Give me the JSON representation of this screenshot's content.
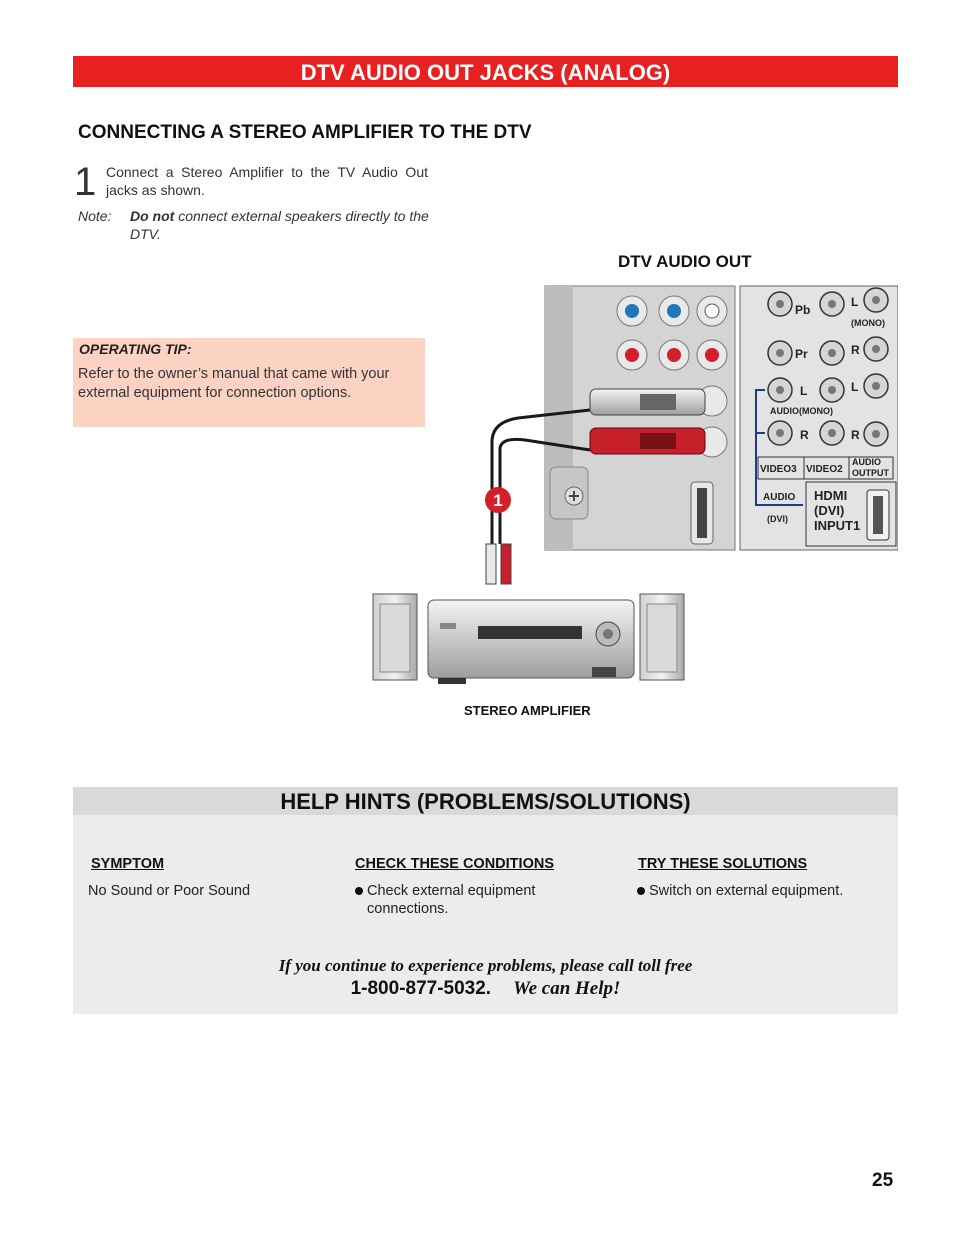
{
  "header": {
    "title": "DTV AUDIO OUT JACKS (ANALOG)"
  },
  "section": {
    "title": "CONNECTING A STEREO AMPLIFIER TO THE DTV"
  },
  "step": {
    "number": "1",
    "text": "Connect a Stereo Amplifier to the TV Audio Out jacks as shown."
  },
  "note": {
    "label": "Note:",
    "emphasis": "Do not",
    "text": "connect external speakers directly to the DTV."
  },
  "tip": {
    "title": "OPERATING TIP:",
    "body": "Refer to the owner’s manual that came with your external equipment for connection options."
  },
  "diagram": {
    "title": "DTV AUDIO OUT",
    "callout": "1",
    "amplifier_label": "STEREO AMPLIFIER",
    "panel_labels": {
      "pb": "Pb",
      "pr": "Pr",
      "l": "L",
      "r": "R",
      "audio_mono": "AUDIO(MONO)",
      "mono": "(MONO)",
      "video3": "VIDEO3",
      "video2": "VIDEO2",
      "audio_output_1": "AUDIO",
      "audio_output_2": "OUTPUT",
      "audio_dvi_1": "AUDIO",
      "audio_dvi_2": "(DVI)",
      "hdmi_1": "HDMI",
      "hdmi_2": "(DVI)",
      "hdmi_3": "INPUT1"
    }
  },
  "help": {
    "title": "HELP HINTS (PROBLEMS/SOLUTIONS)",
    "columns": [
      "SYMPTOM",
      "CHECK THESE CONDITIONS",
      "TRY THESE SOLUTIONS"
    ],
    "rows": [
      {
        "symptom": "No Sound or Poor Sound",
        "condition": "Check external equipment connections.",
        "solution": "Switch on external equipment."
      }
    ],
    "contact_line": "If you continue to experience problems, please call toll free",
    "phone": "1-800-877-5032.",
    "tagline": "We can Help!"
  },
  "page_number": "25",
  "colors": {
    "banner": "#e8201f",
    "tip_bg": "#fcd3c3",
    "help_head": "#d9d9d9",
    "help_body": "#ececec"
  }
}
